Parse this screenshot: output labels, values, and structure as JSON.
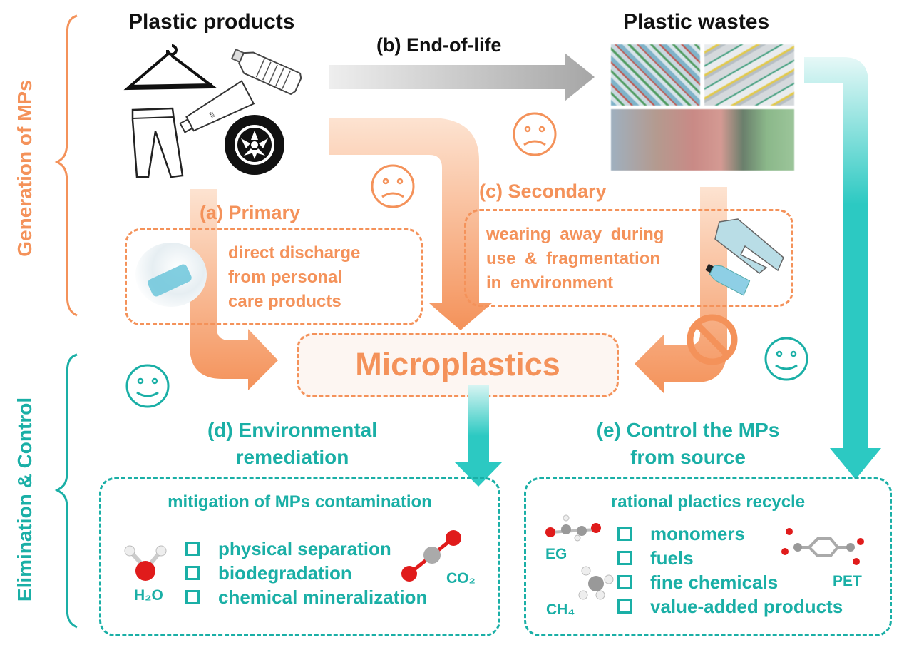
{
  "side_labels": {
    "generation": "Generation of MPs",
    "elimination": "Elimination & Control"
  },
  "nodes": {
    "plastic_products": "Plastic products",
    "plastic_wastes": "Plastic wastes",
    "microplastics": "Microplastics"
  },
  "arrows": {
    "end_of_life": "(b) End-of-life"
  },
  "primary": {
    "title": "(a) Primary",
    "lines": [
      "direct discharge",
      "from personal",
      "care products"
    ]
  },
  "secondary": {
    "title": "(c) Secondary",
    "lines": [
      "wearing away during",
      "use & fragmentation",
      "in environment"
    ]
  },
  "remediation": {
    "title_lines": [
      "(d) Environmental",
      "remediation"
    ],
    "box_title": "mitigation of MPs contamination",
    "items": [
      "physical separation",
      "biodegradation",
      "chemical mineralization"
    ],
    "molecules": {
      "left": "H₂O",
      "right": "CO₂"
    }
  },
  "control": {
    "title_lines": [
      "(e) Control the MPs",
      "from source"
    ],
    "box_title": "rational plactics recycle",
    "items": [
      "monomers",
      "fuels",
      "fine chemicals",
      "value-added products"
    ],
    "molecules": {
      "eg": "EG",
      "ch4": "CH₄",
      "pet": "PET"
    }
  },
  "icons": {
    "sad_faces": 3,
    "happy_faces": 2,
    "prohibited": 1
  },
  "colors": {
    "orange": "#F4925A",
    "teal": "#1AAFA6",
    "gray_arrow": "#A9A9A9",
    "black": "#111111"
  }
}
